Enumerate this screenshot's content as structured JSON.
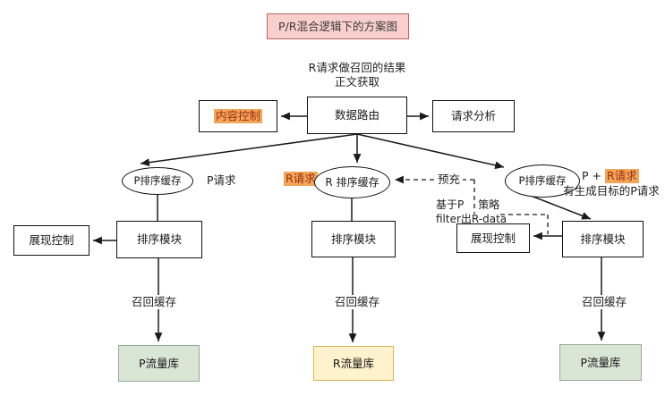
{
  "title": "P/R混合逻辑下的方案图",
  "annotation": {
    "line1": "R请求做召回的结果",
    "line2": "正文获取"
  },
  "row1": {
    "content_control": "内容控制",
    "data_router": "数据路由",
    "request_analysis": "请求分析"
  },
  "caches": {
    "left_ellipse": "P排序缓存",
    "left_label": "P请求",
    "mid_label": "R请求",
    "mid_ellipse": "R 排序缓存",
    "prefill": "预充",
    "right_ellipse": "P排序缓存",
    "right_label_prefix": "P +",
    "right_label_highlight": "R请求",
    "right_sublabel": "有生成目标的P请求"
  },
  "strategy": {
    "line1_a": "基于P",
    "line1_b": "策略",
    "line2": "filter出R-data"
  },
  "row2": {
    "display_control_left": "展现控制",
    "sort_module_left": "排序模块",
    "sort_module_mid": "排序模块",
    "display_control_right": "展现控制",
    "sort_module_right": "排序模块"
  },
  "recall": {
    "left": "召回缓存",
    "mid": "召回缓存",
    "right": "召回缓存"
  },
  "stores": {
    "left": "P流量库",
    "mid": "R流量库",
    "right": "P流量库"
  },
  "colors": {
    "title_bg": "#f9cfcd",
    "title_border": "#bd6360",
    "highlight_bg": "#f2a659",
    "highlight_text": "#9e2b10",
    "store_green_bg": "#d9e6d5",
    "store_green_border": "#9aa89a",
    "store_yellow_bg": "#fff2cc",
    "store_yellow_border": "#d6b656",
    "line": "#1a1a1a"
  }
}
